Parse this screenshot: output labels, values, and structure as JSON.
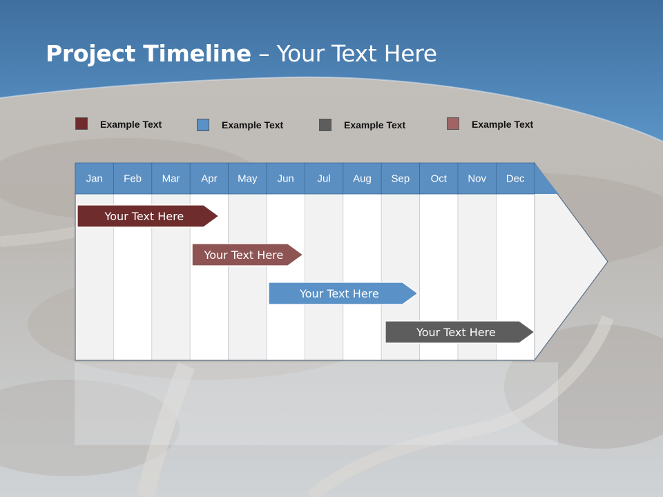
{
  "slide": {
    "title_bold": "Project Timeline",
    "title_rest": " – Your Text Here"
  },
  "colors": {
    "sky": "#4a86bf",
    "header": "#5b8fc2",
    "dark_red": "#6e2c2c",
    "rose": "#8e5454",
    "blue": "#5a91c6",
    "gray": "#5d5d5d"
  },
  "legend": [
    {
      "label": "Example Text",
      "color": "#6e2c2c"
    },
    {
      "label": "Example Text",
      "color": "#5a91c6"
    },
    {
      "label": "Example Text",
      "color": "#5d5d5d"
    },
    {
      "label": "Example Text",
      "color": "#a06464"
    }
  ],
  "timeline": {
    "months": [
      "Jan",
      "Feb",
      "Mar",
      "Apr",
      "May",
      "Jun",
      "Jul",
      "Aug",
      "Sep",
      "Oct",
      "Nov",
      "Dec"
    ],
    "bars": [
      {
        "label": "Your  Text Here",
        "start": 0,
        "end": 3.75,
        "color": "#6e2c2c"
      },
      {
        "label": "Your  Text Here",
        "start": 3.0,
        "end": 5.95,
        "color": "#8e5454"
      },
      {
        "label": "Your  Text Here",
        "start": 5.0,
        "end": 8.95,
        "color": "#5a91c6"
      },
      {
        "label": "Your  Text Here",
        "start": 8.05,
        "end": 12.0,
        "color": "#5d5d5d"
      }
    ]
  }
}
